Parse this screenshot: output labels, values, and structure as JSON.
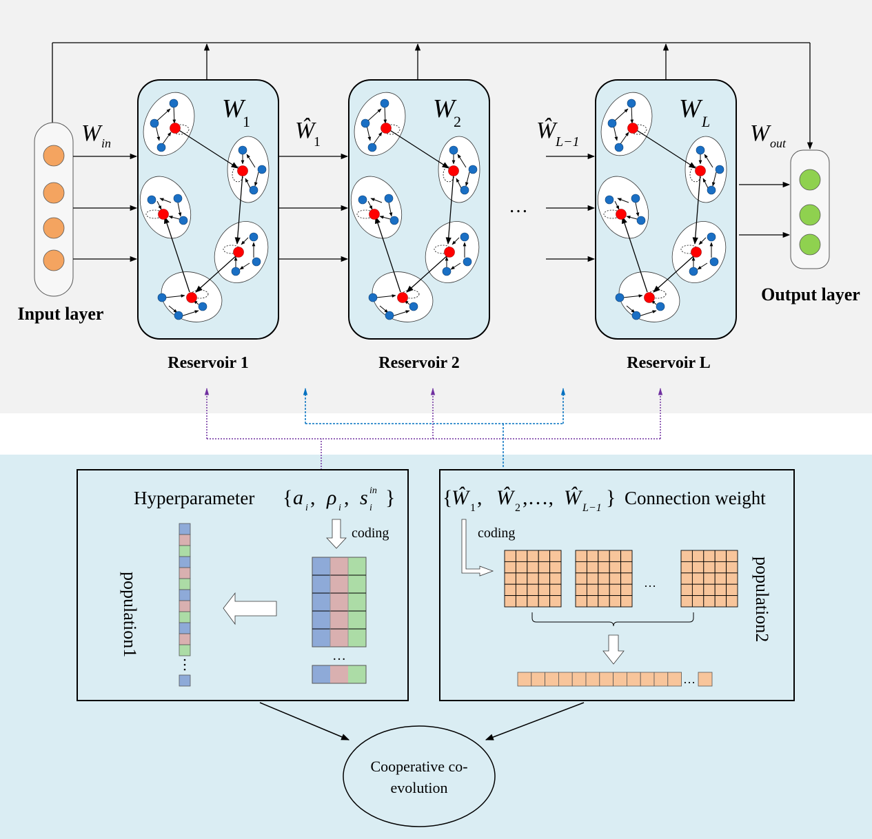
{
  "colors": {
    "top_background": "#f2f2f2",
    "bottom_background": "#daedf3",
    "reservoir_fill": "#daedf3",
    "input_node": "#f4a460",
    "output_node": "#8fd14f",
    "hub_node": "#ff0000",
    "member_node": "#1a6fc4",
    "hyper_link": "#7030a0",
    "weight_link": "#0070c0",
    "gene_blue": "#8eaad8",
    "gene_red": "#d9b0b0",
    "gene_green": "#acdca6",
    "matrix_cell": "#f8c59b"
  },
  "input_layer": {
    "label": "Input layer",
    "node_count": 4,
    "weight_label": "W",
    "weight_sub": "in"
  },
  "output_layer": {
    "label": "Output layer",
    "node_count": 3,
    "weight_label": "W",
    "weight_sub": "out"
  },
  "reservoirs": [
    {
      "label": "Reservoir 1",
      "weight": "W",
      "weight_sub": "1"
    },
    {
      "label": "Reservoir 2",
      "weight": "W",
      "weight_sub": "2"
    },
    {
      "label": "Reservoir L",
      "weight": "W",
      "weight_sub": "L"
    }
  ],
  "inter_weights": [
    {
      "label": "Ŵ",
      "sub": "1"
    },
    {
      "label": "Ŵ",
      "sub": "L−1"
    }
  ],
  "ellipsis": "…",
  "hyper_panel": {
    "title": "Hyperparameter",
    "set_open": "{",
    "set_items": [
      {
        "sym": "a",
        "sub": "i",
        "sup": ""
      },
      {
        "sym": "ρ",
        "sub": "i",
        "sup": ""
      },
      {
        "sym": "s",
        "sub": "i",
        "sup": "in"
      }
    ],
    "set_close": "}",
    "coding_label": "coding",
    "population_label": "population1",
    "chromosome_genes": [
      "blue",
      "red",
      "green",
      "blue",
      "red",
      "green",
      "blue",
      "red",
      "green",
      "blue",
      "red",
      "green"
    ],
    "matrix_rows": 5,
    "ellipsis": "…"
  },
  "weight_panel": {
    "set_text": "{Ŵ1, Ŵ2,…,ŴL−1}",
    "set_items": [
      {
        "sym": "Ŵ",
        "sub": "1"
      },
      {
        "sym": "Ŵ",
        "sub": "2"
      },
      {
        "sym": "Ŵ",
        "sub": "L−1"
      }
    ],
    "title": "Connection weight",
    "coding_label": "coding",
    "population_label": "population2",
    "matrix_count_shown": 3,
    "matrix_size": 5,
    "chromosome_cells_shown": 12,
    "ellipsis": "…"
  },
  "evolution": {
    "line1": "Cooperative co-",
    "line2": "evolution"
  }
}
